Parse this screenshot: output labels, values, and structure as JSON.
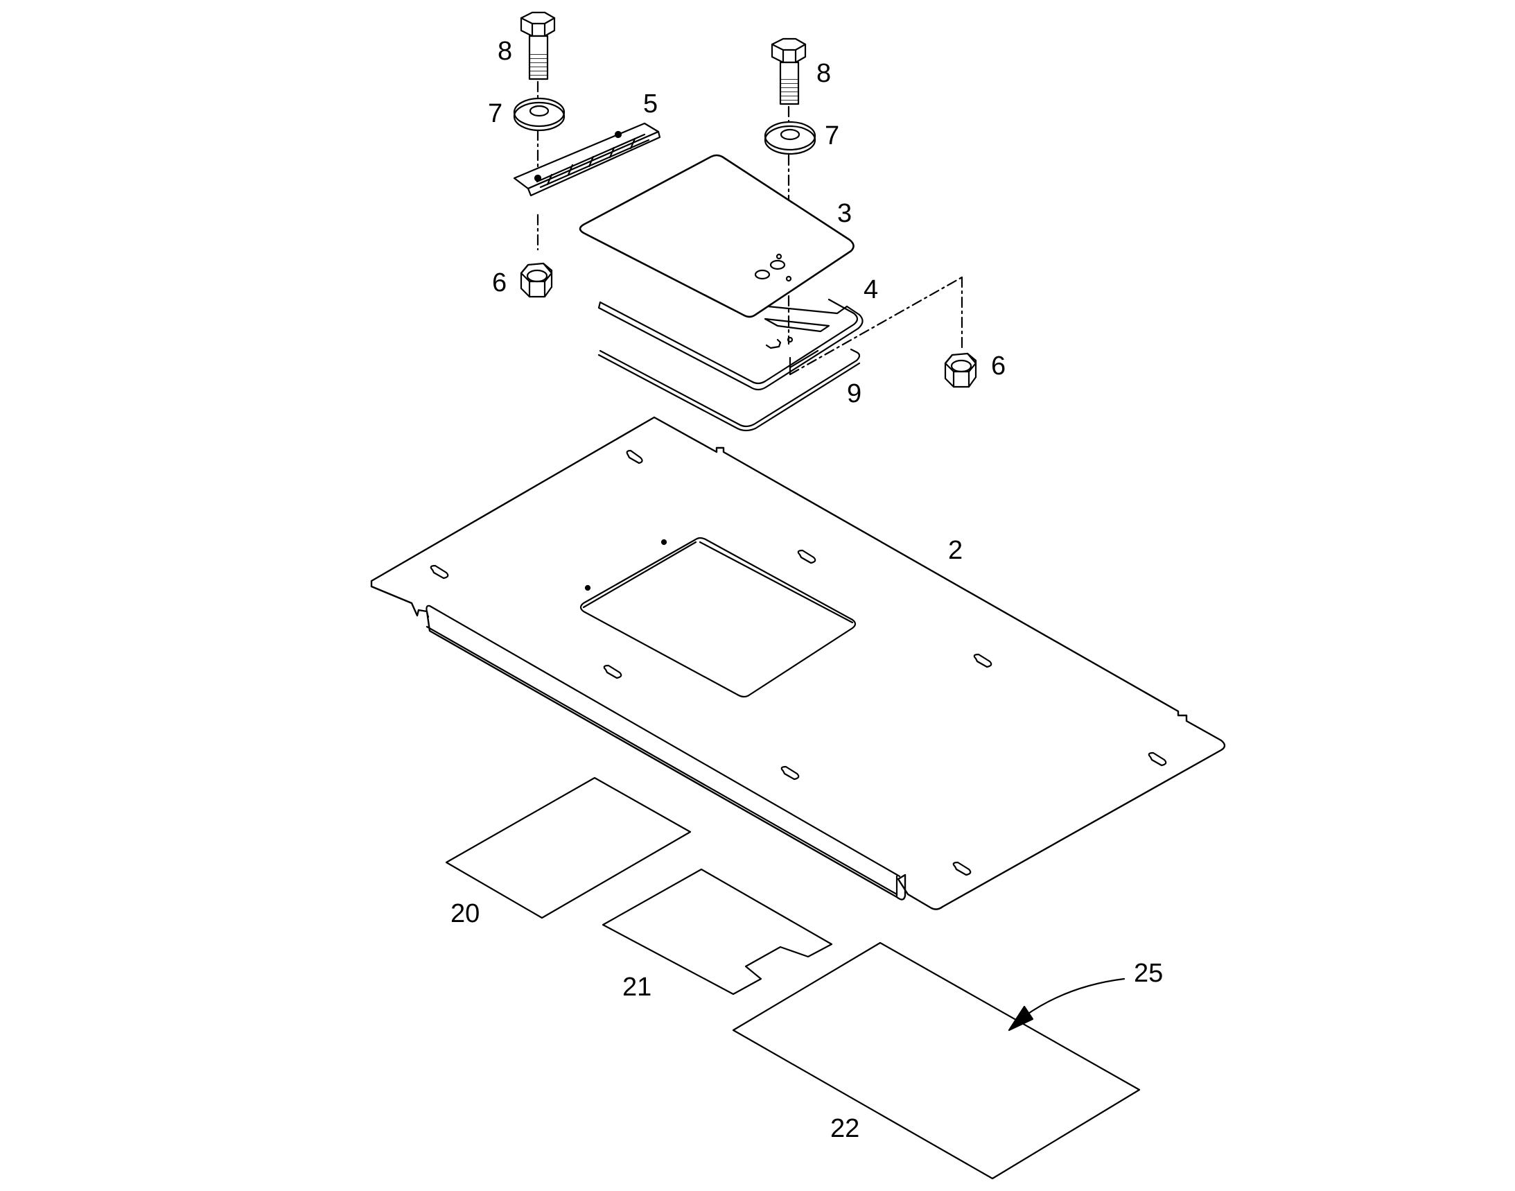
{
  "diagram": {
    "style": {
      "background": "#ffffff",
      "line_color": "#000000"
    },
    "part_labels": {
      "bolt_left": "8",
      "washer_left": "7",
      "hinge": "5",
      "bolt_right": "8",
      "washer_right": "7",
      "access_cover": "3",
      "nut_left": "6",
      "frame": "4",
      "nut_right": "6",
      "gasket": "9",
      "floor_plate": "2",
      "pad_a": "20",
      "pad_b": "21",
      "pad_c": "22",
      "leader": "25"
    }
  }
}
